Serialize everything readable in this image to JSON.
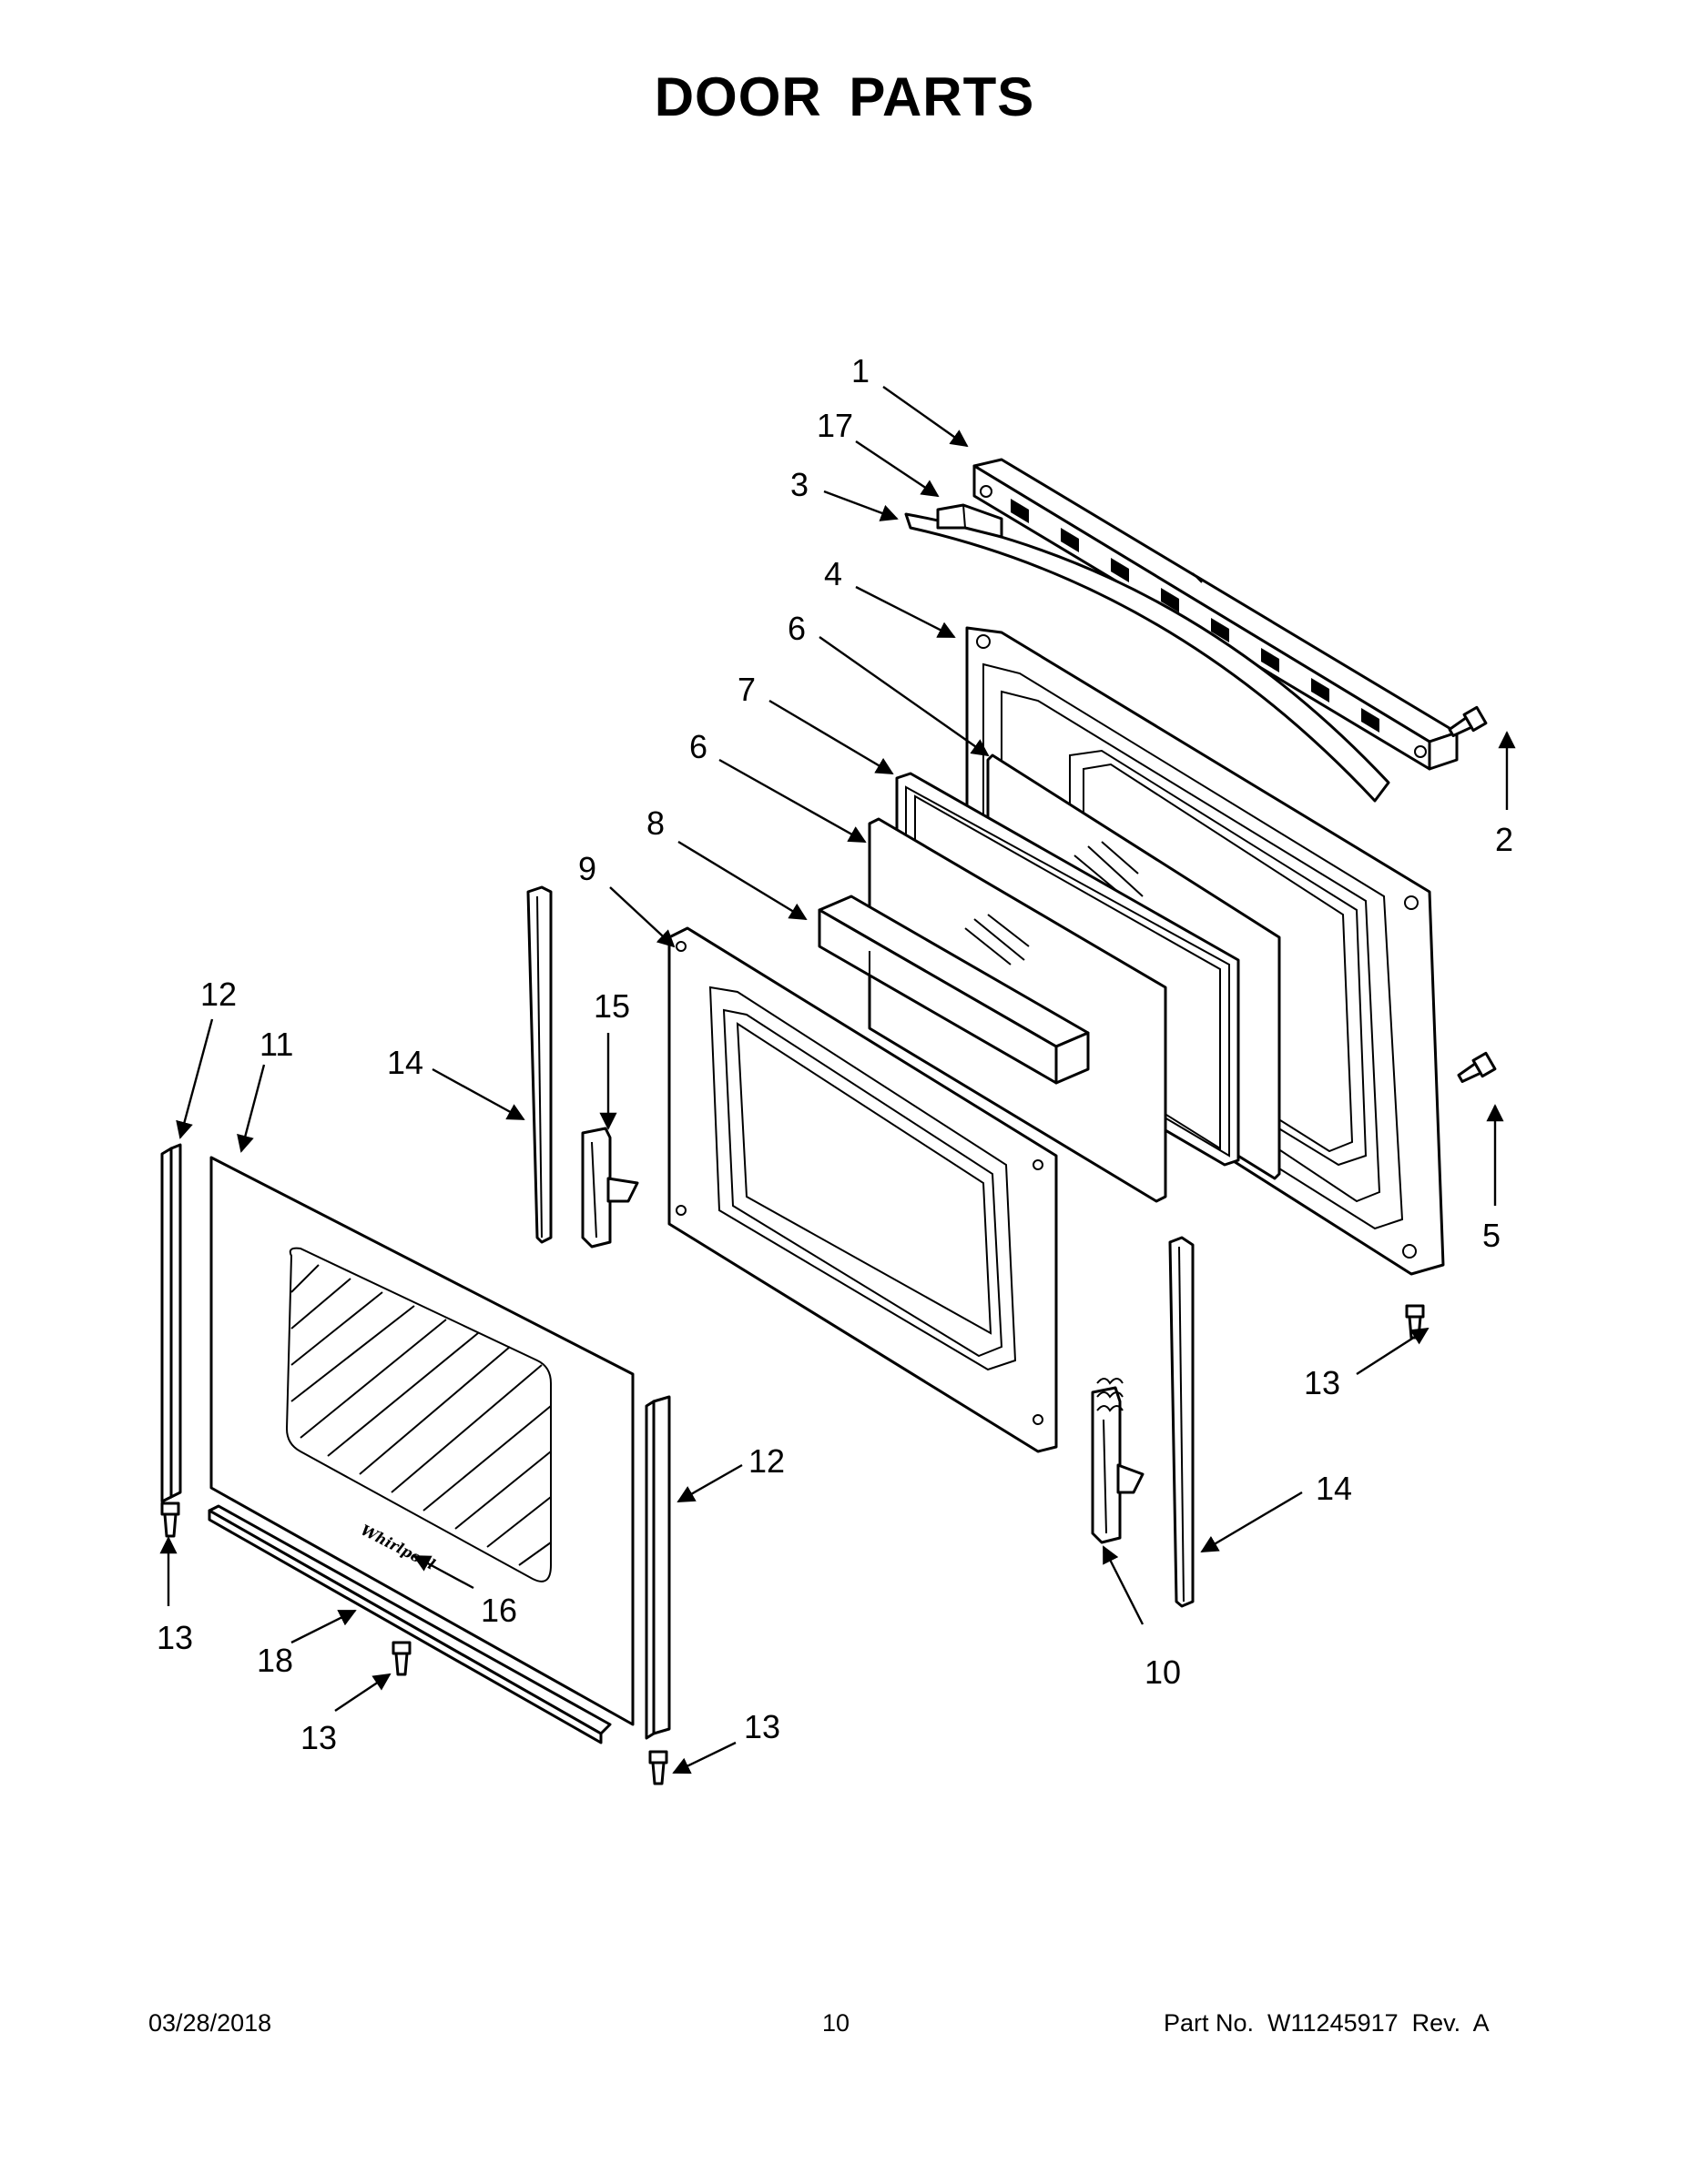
{
  "title": "DOOR PARTS",
  "brand_mark": "Whirlpool",
  "callouts": [
    {
      "id": "c1",
      "label": "1"
    },
    {
      "id": "c17",
      "label": "17"
    },
    {
      "id": "c3",
      "label": "3"
    },
    {
      "id": "c4",
      "label": "4"
    },
    {
      "id": "c6a",
      "label": "6"
    },
    {
      "id": "c7",
      "label": "7"
    },
    {
      "id": "c6b",
      "label": "6"
    },
    {
      "id": "c8",
      "label": "8"
    },
    {
      "id": "c9",
      "label": "9"
    },
    {
      "id": "c2",
      "label": "2"
    },
    {
      "id": "c12a",
      "label": "12"
    },
    {
      "id": "c11",
      "label": "11"
    },
    {
      "id": "c14a",
      "label": "14"
    },
    {
      "id": "c15",
      "label": "15"
    },
    {
      "id": "c5",
      "label": "5"
    },
    {
      "id": "c13a",
      "label": "13"
    },
    {
      "id": "c12b",
      "label": "12"
    },
    {
      "id": "c14b",
      "label": "14"
    },
    {
      "id": "c16",
      "label": "16"
    },
    {
      "id": "c13b",
      "label": "13"
    },
    {
      "id": "c18",
      "label": "18"
    },
    {
      "id": "c13c",
      "label": "13"
    },
    {
      "id": "c13d",
      "label": "13"
    },
    {
      "id": "c10",
      "label": "10"
    }
  ],
  "footer": {
    "date": "03/28/2018",
    "page": "10",
    "part_number": "Part No.  W11245917  Rev.  A"
  }
}
